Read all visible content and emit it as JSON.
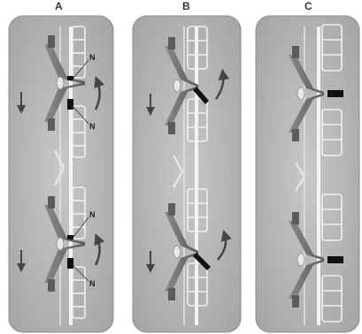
{
  "panels": [
    {
      "id": "A",
      "label": "A",
      "indicators": [
        "N",
        "N",
        "N",
        "N"
      ]
    },
    {
      "id": "B",
      "label": "B"
    },
    {
      "id": "C",
      "label": "C"
    }
  ],
  "colors": {
    "panel": "#b3b3b3",
    "frame": "#efefef",
    "wing": "#6e6e6e",
    "dark": "#111111",
    "arrow": "#4a4a4a"
  }
}
